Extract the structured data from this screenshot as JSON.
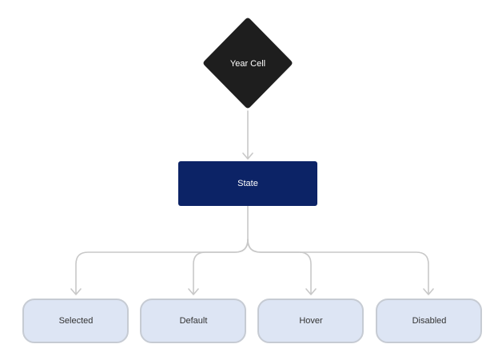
{
  "diagram": {
    "root": {
      "label": "Year Cell",
      "shape": "diamond",
      "fill": "#1e1e1e",
      "text_color": "#ffffff"
    },
    "state": {
      "label": "State",
      "shape": "rectangle",
      "fill": "#0c2366",
      "text_color": "#ffffff"
    },
    "leaves": [
      {
        "label": "Selected",
        "shape": "rounded-rectangle"
      },
      {
        "label": "Default",
        "shape": "rounded-rectangle"
      },
      {
        "label": "Hover",
        "shape": "rounded-rectangle"
      },
      {
        "label": "Disabled",
        "shape": "rounded-rectangle"
      }
    ],
    "leaf_style": {
      "fill": "#dde5f4",
      "border": "#c6cbd3",
      "text_color": "#333333"
    },
    "edge_color": "#c8c8c8",
    "edges": [
      {
        "from": "Year Cell",
        "to": "State"
      },
      {
        "from": "State",
        "to": "Selected"
      },
      {
        "from": "State",
        "to": "Default"
      },
      {
        "from": "State",
        "to": "Hover"
      },
      {
        "from": "State",
        "to": "Disabled"
      }
    ]
  }
}
